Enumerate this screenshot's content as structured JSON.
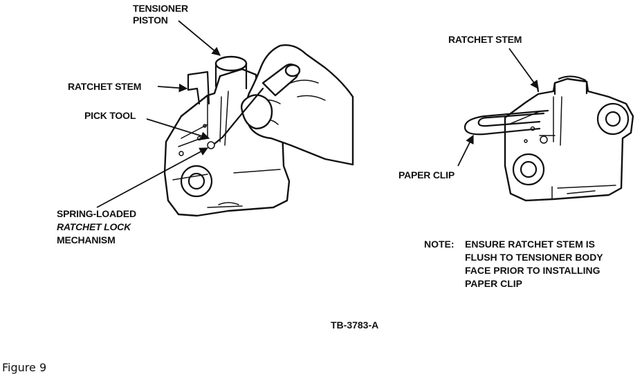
{
  "figure": {
    "caption": "Figure 9",
    "code": "TB-3783-A"
  },
  "left_view": {
    "labels": {
      "tensioner_piston_line1": "TENSIONER",
      "tensioner_piston_line2": "PISTON",
      "ratchet_stem": "RATCHET STEM",
      "pick_tool": "PICK TOOL",
      "spring_loaded_line1": "SPRING-LOADED",
      "spring_loaded_line2": "RATCHET LOCK",
      "spring_loaded_line3": "MECHANISM"
    }
  },
  "right_view": {
    "labels": {
      "ratchet_stem": "RATCHET STEM",
      "paper_clip": "PAPER CLIP"
    },
    "note": {
      "prefix": "NOTE:",
      "line1": "ENSURE RATCHET STEM IS",
      "line2": "FLUSH TO TENSIONER BODY",
      "line3": "FACE PRIOR TO INSTALLING",
      "line4": "PAPER CLIP"
    }
  }
}
